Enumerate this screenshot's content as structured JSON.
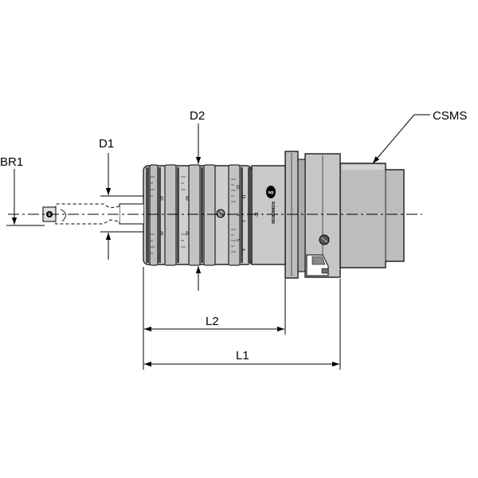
{
  "labels": {
    "br1": "BR1",
    "d1": "D1",
    "d2": "D2",
    "csms": "CSMS",
    "l1": "L1",
    "l2": "L2"
  },
  "dial": {
    "brand": "ROMICRON",
    "logo_mark": "wp",
    "scale_numbers": [
      "40",
      "45",
      "40",
      "45",
      "10",
      "15",
      "0",
      "10",
      "2",
      "5",
      "4"
    ]
  },
  "colors": {
    "outline": "#000000",
    "body_gray": "#bdbdbd",
    "dark_gray": "#8a8a8a",
    "light_gray": "#d4d4d4",
    "background": "#ffffff"
  }
}
